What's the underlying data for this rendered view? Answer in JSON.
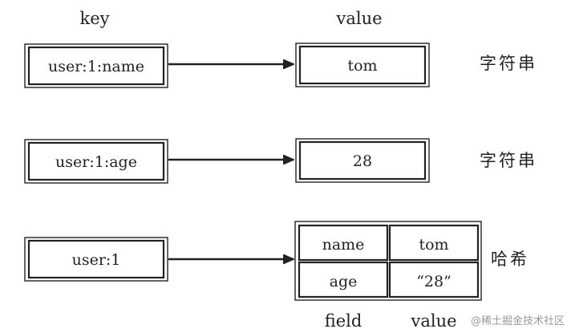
{
  "headers": {
    "key": "key",
    "value": "value"
  },
  "rows": [
    {
      "key": "user:1:name",
      "value": "tom",
      "type": "字符串"
    },
    {
      "key": "user:1:age",
      "value": "28",
      "type": "字符串"
    },
    {
      "key": "user:1",
      "type": "哈希",
      "hash": [
        {
          "field": "name",
          "value": "tom"
        },
        {
          "field": "age",
          "value": "“28”"
        }
      ]
    }
  ],
  "footer": {
    "field": "field",
    "value": "value"
  },
  "watermark": "@稀土掘金技术社区"
}
